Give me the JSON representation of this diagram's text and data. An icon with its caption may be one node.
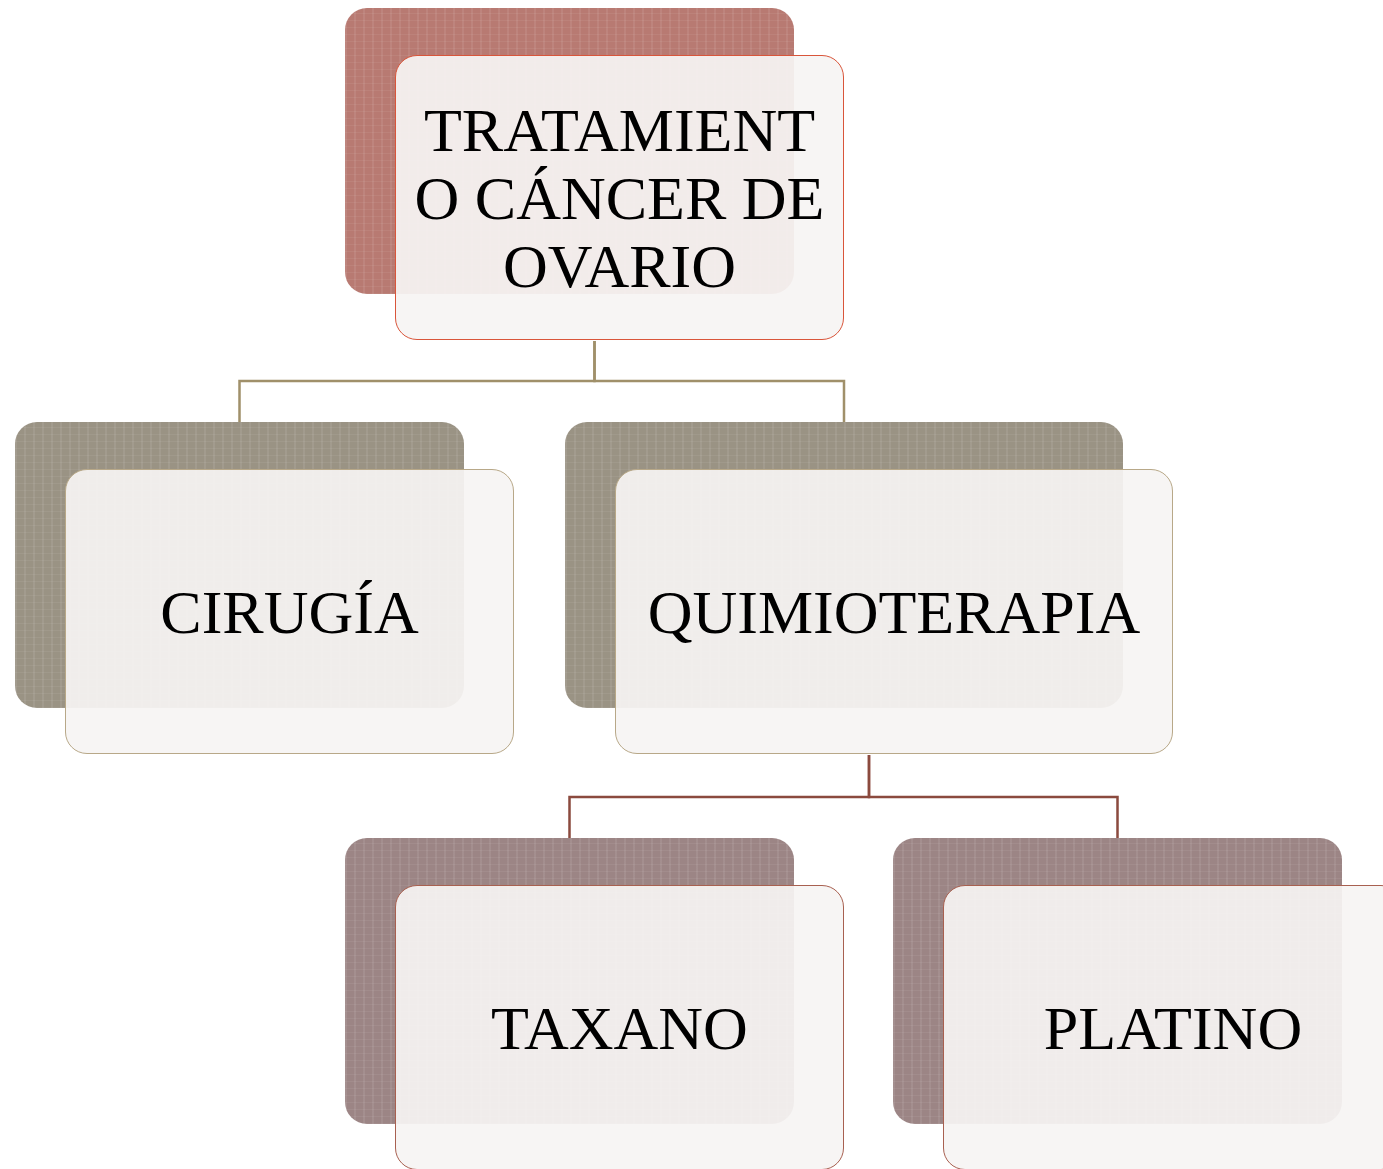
{
  "diagram": {
    "nodes": [
      {
        "text": [
          "TRATAMIENTO CÁNCER DE OVARIO"
        ]
      },
      {
        "text": [
          "CIRUGÍA"
        ]
      },
      {
        "text": [
          "QUIMIOTERAPIA"
        ]
      },
      {
        "text": [
          "TAXANO"
        ]
      },
      {
        "text": [
          "PLATINO"
        ]
      }
    ],
    "edges": [
      {
        "from": 0,
        "to": 1,
        "arrow": "none"
      },
      {
        "from": 0,
        "to": 2,
        "arrow": "none"
      },
      {
        "from": 2,
        "to": 3,
        "arrow": "none",
        "color": "#8b4a3e"
      },
      {
        "from": 2,
        "to": 4,
        "arrow": "none",
        "color": "#8b4a3e"
      }
    ]
  }
}
